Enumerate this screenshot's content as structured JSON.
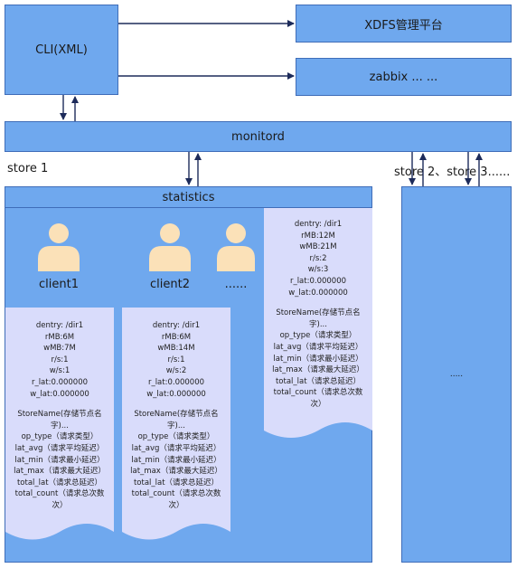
{
  "boxes": {
    "cli": "CLI(XML)",
    "xdfs": "XDFS管理平台",
    "zabbix": "zabbix ... ...",
    "monitord": "monitord",
    "statistics": "statistics",
    "store_other": "....."
  },
  "labels": {
    "store1": "store 1",
    "store_more": "store 2、store 3......"
  },
  "clients": [
    {
      "label": "client1"
    },
    {
      "label": "client2"
    },
    {
      "label": "......"
    }
  ],
  "docs": [
    {
      "stats": [
        "dentry: /dir1",
        "rMB:6M",
        "wMB:7M",
        "r/s:1",
        "w/s:1",
        "r_lat:0.000000",
        "w_lat:0.000000"
      ],
      "fields": [
        "StoreName(存储节点名字)...",
        "op_type（请求类型）",
        "lat_avg（请求平均延迟）",
        "lat_min（请求最小延迟）",
        "lat_max（请求最大延迟）",
        "total_lat（请求总延迟）",
        "total_count（请求总次数次）"
      ]
    },
    {
      "stats": [
        "dentry: /dir1",
        "rMB:6M",
        "wMB:14M",
        "r/s:1",
        "w/s:2",
        "r_lat:0.000000",
        "w_lat:0.000000"
      ],
      "fields": [
        "StoreName(存储节点名字)...",
        "op_type（请求类型）",
        "lat_avg（请求平均延迟）",
        "lat_min（请求最小延迟）",
        "lat_max（请求最大延迟）",
        "total_lat（请求总延迟）",
        "total_count（请求总次数次）"
      ]
    },
    {
      "stats": [
        "dentry: /dir1",
        "rMB:12M",
        "wMB:21M",
        "r/s:2",
        "w/s:3",
        "r_lat:0.000000",
        "w_lat:0.000000"
      ],
      "fields": [
        "StoreName(存储节点名字)...",
        "op_type（请求类型）",
        "lat_avg（请求平均延迟）",
        "lat_min（请求最小延迟）",
        "lat_max（请求最大延迟）",
        "total_lat（请求总延迟）",
        "total_count（请求总次数次）"
      ]
    }
  ]
}
